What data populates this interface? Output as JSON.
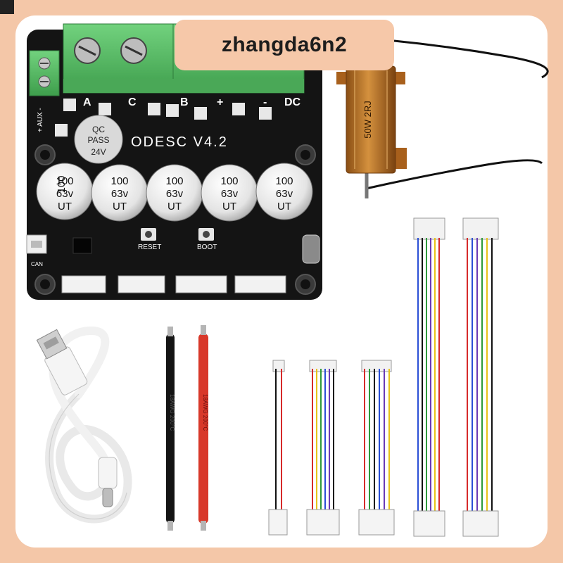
{
  "watermark": {
    "text": "zhangda6n2"
  },
  "board": {
    "title": "ODESC V4.2",
    "badge": {
      "line1": "QC",
      "line2": "PASS",
      "line3": "24V"
    },
    "capacitor": {
      "line1": "100",
      "line2": "63v",
      "line3": "UT"
    },
    "terminal_labels": {
      "a": "A",
      "c": "C",
      "b": "B",
      "plus": "+",
      "minus": "-",
      "dc": "DC"
    },
    "aux_label": "+ AUX -",
    "reset_label": "RESET",
    "boot_label": "BOOT",
    "can_label": "CAN"
  },
  "resistor": {
    "label": "50W 2RJ"
  },
  "silicone_wire": {
    "label": "18AWG 200°C"
  },
  "colors": {
    "frame": "#f4c7a8",
    "banner": "#f6c8a9",
    "terminal": "#5cc06a",
    "pcb": "#121212",
    "resistor": "#c07a2c"
  }
}
